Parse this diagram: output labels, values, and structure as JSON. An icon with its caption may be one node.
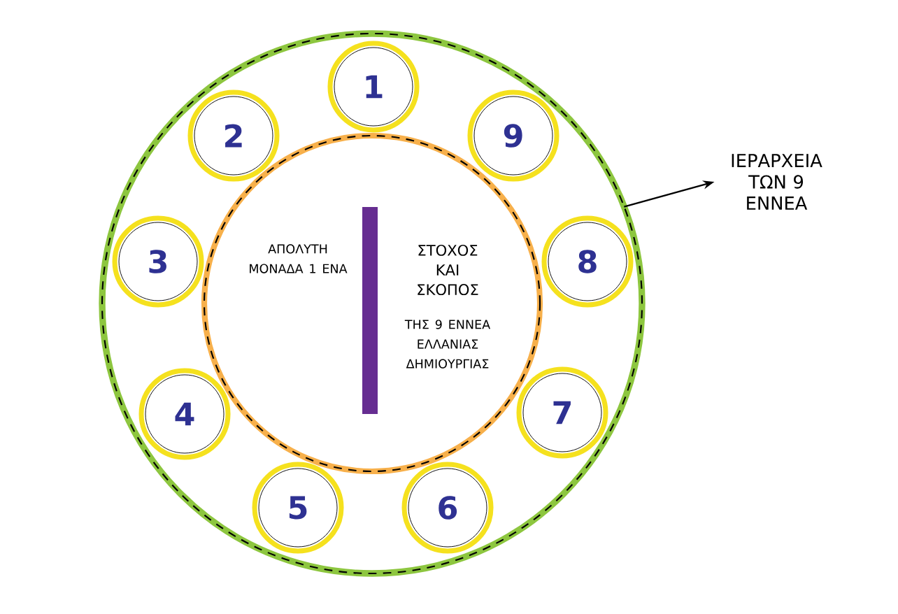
{
  "diagram": {
    "nodes": [
      {
        "text": [],
        "shape": "circle"
      },
      {
        "text": [
          "ΑΠΟΛΥΤΗ ΜΟΝΑΔΑ 1 ΕΝΑ",
          "ΣΤΟΧΟΣ ΚΑΙ ΣΚΟΠΟΣ",
          "ΤΗΣ 9 ΕΝΝΕΑ ΕΛΛΑΝΙΑΣ ΔΗΜΙΟΥΡΓΙΑΣ"
        ],
        "in": 0
      },
      {
        "text": [
          "1"
        ],
        "in": 0
      },
      {
        "text": [
          "2"
        ],
        "in": 0
      },
      {
        "text": [
          "9"
        ],
        "in": 0
      },
      {
        "text": [
          "3"
        ],
        "in": 0
      },
      {
        "text": [
          "8"
        ],
        "in": 0
      },
      {
        "text": [
          "4"
        ],
        "in": 0
      },
      {
        "text": [
          "7"
        ],
        "in": 0
      },
      {
        "text": [
          "5"
        ],
        "in": 0
      },
      {
        "text": [
          "6"
        ],
        "in": 0
      },
      {
        "text": [
          "ΙΕΡΑΡΧΕΙΑ ΤΩΝ 9 ΕΝΝΕΑ"
        ]
      }
    ],
    "edges": [
      {
        "from": 0,
        "to": 11,
        "arrow": "to"
      }
    ]
  }
}
